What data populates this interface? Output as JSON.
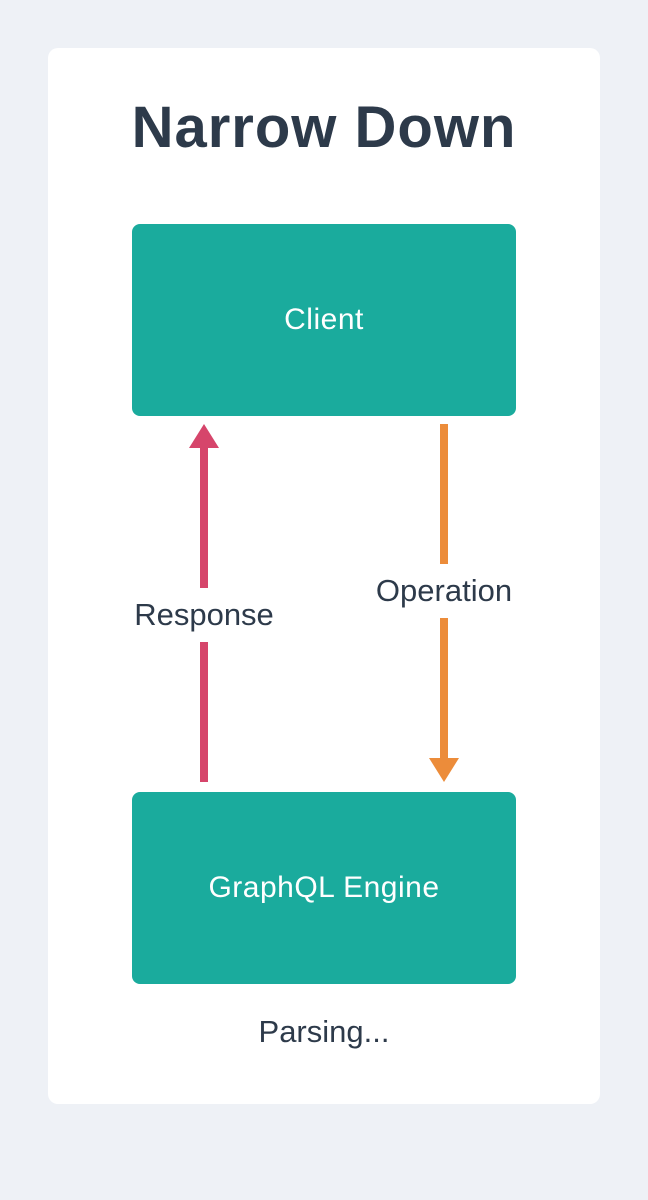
{
  "title": "Narrow Down",
  "nodes": {
    "client": {
      "label": "Client"
    },
    "engine": {
      "label": "GraphQL Engine"
    }
  },
  "arrows": {
    "response": {
      "label": "Response",
      "direction": "up",
      "color": "#d6456b"
    },
    "operation": {
      "label": "Operation",
      "direction": "down",
      "color": "#ec8c3a"
    }
  },
  "status": {
    "text": "Parsing..."
  },
  "colors": {
    "background": "#eef1f6",
    "card": "#ffffff",
    "node": "#1aab9d",
    "text_dark": "#2d3a4a",
    "node_text": "#ffffff"
  }
}
